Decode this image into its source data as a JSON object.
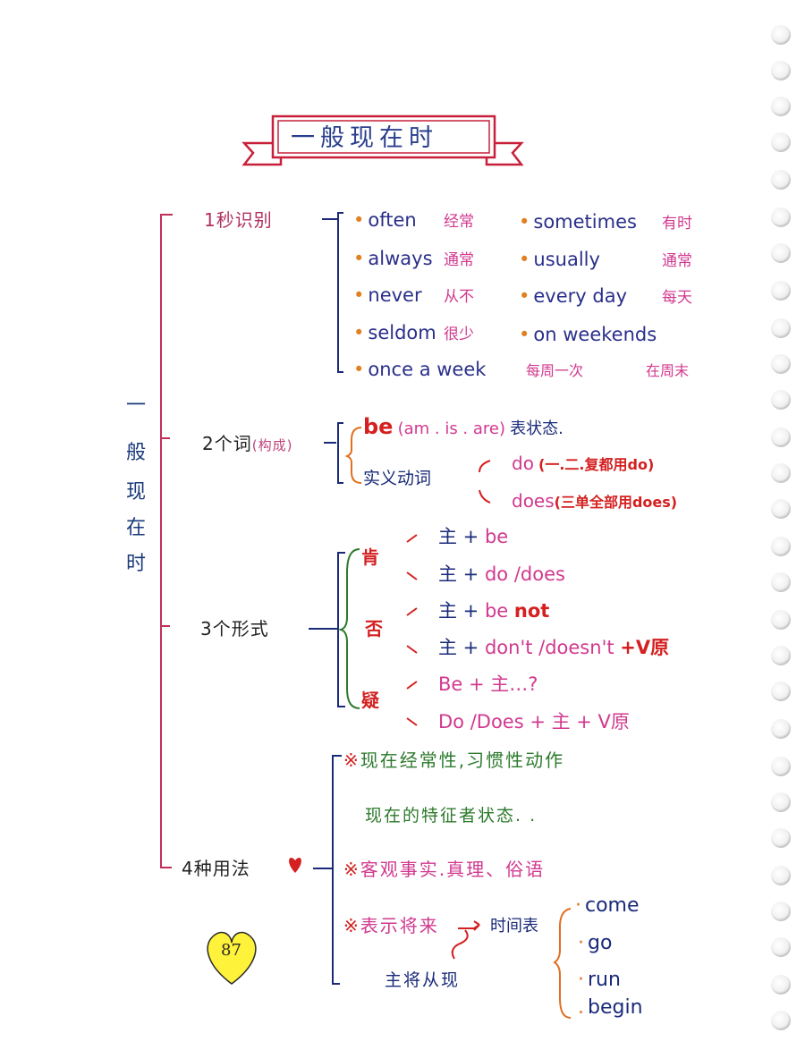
{
  "title": "一般现在时",
  "vertical_title": [
    "一",
    "般",
    "现",
    "在",
    "时"
  ],
  "branch1": {
    "label": "1秒识别",
    "items": [
      {
        "en": "often",
        "cn": "经常"
      },
      {
        "en": "always",
        "cn": "通常"
      },
      {
        "en": "never",
        "cn": "从不"
      },
      {
        "en": "seldom",
        "cn": "很少"
      },
      {
        "en": "once a week",
        "cn": "每周一次"
      },
      {
        "en": "sometimes",
        "cn": "有时"
      },
      {
        "en": "usually",
        "cn": "通常"
      },
      {
        "en": "every day",
        "cn": "每天"
      },
      {
        "en": "on weekends",
        "cn": "在周末"
      }
    ]
  },
  "branch2": {
    "label": "2个词",
    "label_sub": "(构成)",
    "be_word": "be",
    "be_forms": "(am . is . are)",
    "be_meaning": "表状态.",
    "verb_label": "实义动词",
    "do_word": "do",
    "do_note": "(一.二.复都用do)",
    "does_word": "does",
    "does_note": "(三单全部用does)"
  },
  "branch3": {
    "label": "3个形式",
    "affirmative": "肯",
    "negative": "否",
    "question": "疑",
    "rows": [
      {
        "a": "主 +",
        "b": "be"
      },
      {
        "a": "主 +",
        "b": "do /does"
      },
      {
        "a": "主 +",
        "b": "be",
        "c": "not"
      },
      {
        "a": "主 +",
        "b": "don't /doesn't",
        "c": "+V原"
      },
      {
        "a": "Be + 主…?"
      },
      {
        "a": "Do /Does + 主 + V原"
      }
    ]
  },
  "branch4": {
    "label": "4种用法",
    "usage1_mark": "※",
    "usage1": "现在经常性,习惯性动作",
    "usage1b": "现在的特征者状态. .",
    "usage2_mark": "※",
    "usage2": "客观事实.真理、俗语",
    "usage3_mark": "※",
    "usage3": "表示将来",
    "timetable": "时间表",
    "main_future": "主将从现",
    "verbs": [
      "come",
      "go",
      "run",
      "begin"
    ]
  },
  "page_number": "87",
  "colors": {
    "navy": "#1a2a7a",
    "pink": "#d1398f",
    "red": "#d42020",
    "green": "#2d7a2d",
    "orange": "#e07020",
    "title_red": "#c8203a",
    "heart_yellow": "#fff23a"
  }
}
